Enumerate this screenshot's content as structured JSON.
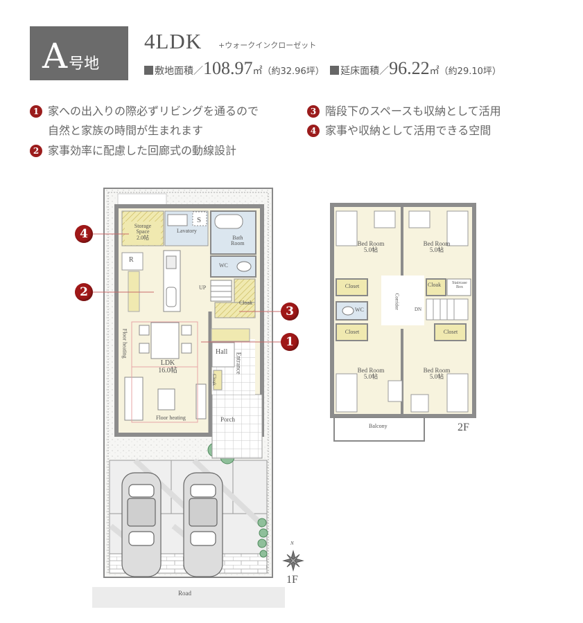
{
  "header": {
    "lot_badge": {
      "letter": "A",
      "suffix": "号地"
    },
    "layout_type": "4LDK",
    "layout_extra": "+ウォークインクローゼット",
    "site_area": {
      "label": "敷地面積／",
      "value": "108.97",
      "unit": "㎡",
      "tsubo": "（約32.96坪）"
    },
    "floor_area": {
      "label": "延床面積／",
      "value": "96.22",
      "unit": "㎡",
      "tsubo": "（約29.10坪）"
    }
  },
  "points": [
    {
      "num": "1",
      "lines": [
        "家への出入りの際必ずリビングを通るので",
        "自然と家族の時間が生まれます"
      ]
    },
    {
      "num": "2",
      "lines": [
        "家事効率に配慮した回廊式の動線設計"
      ]
    },
    {
      "num": "3",
      "lines": [
        "階段下のスペースも収納として活用"
      ]
    },
    {
      "num": "4",
      "lines": [
        "家事や収納として活用できる空間"
      ]
    }
  ],
  "floor1": {
    "label": "1F",
    "rooms": {
      "storage": [
        "Storage",
        "Space",
        "2.0帖"
      ],
      "lavatory": "Lavatory",
      "s": "S",
      "bath": [
        "Bath",
        "Room"
      ],
      "wc": "WC",
      "r": "R",
      "up": "UP",
      "cloak": "Cloak",
      "hall": "Hall",
      "entrance": "Entrance",
      "cloak_small": "Cloak",
      "ldk": [
        "LDK",
        "16.0帖"
      ],
      "floor_heating_v": "Floor heating",
      "floor_heating_h": "Floor heating",
      "porch": "Porch",
      "road": "Road"
    },
    "compass": "N",
    "callouts": [
      "4",
      "2",
      "3",
      "1"
    ]
  },
  "floor2": {
    "label": "2F",
    "rooms": {
      "bed_tl": [
        "Bed Room",
        "5.0帖"
      ],
      "bed_tr": [
        "Bed Room",
        "5.0帖"
      ],
      "bed_bl": [
        "Bed Room",
        "5.0帖"
      ],
      "bed_br": [
        "Bed Room",
        "5.0帖"
      ],
      "closet_tl": "Closet",
      "closet_bl": "Closet",
      "closet_br": "Closet",
      "cloak": "Cloak",
      "staircase": [
        "Staircase",
        "Box"
      ],
      "wc": "WC",
      "corridor": "Corridor",
      "dn": "DN",
      "balcony": "Balcony"
    }
  },
  "colors": {
    "badge_bg": "#6b6b6b",
    "accent_red": "#a01818",
    "room_cream": "#f7f3de",
    "storage_yellow": "#f0e9b0",
    "wet_blue": "#dbe6ef",
    "wall_gray": "#8c8c8c"
  }
}
